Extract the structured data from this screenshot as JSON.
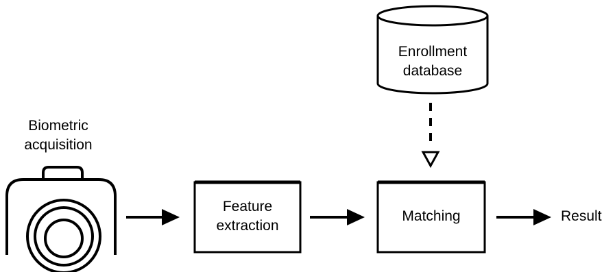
{
  "diagram": {
    "acquisition_label": [
      "Biometric",
      "acquisition"
    ],
    "acquisition_icon": "camera-icon",
    "feature_extraction_label": [
      "Feature",
      "extraction"
    ],
    "database_label": [
      "Enrollment",
      "database"
    ],
    "database_icon": "database-cylinder-icon",
    "matching_label": "Matching",
    "result_label": "Result",
    "colors": {
      "stroke": "#000000",
      "background": "#ffffff"
    }
  }
}
